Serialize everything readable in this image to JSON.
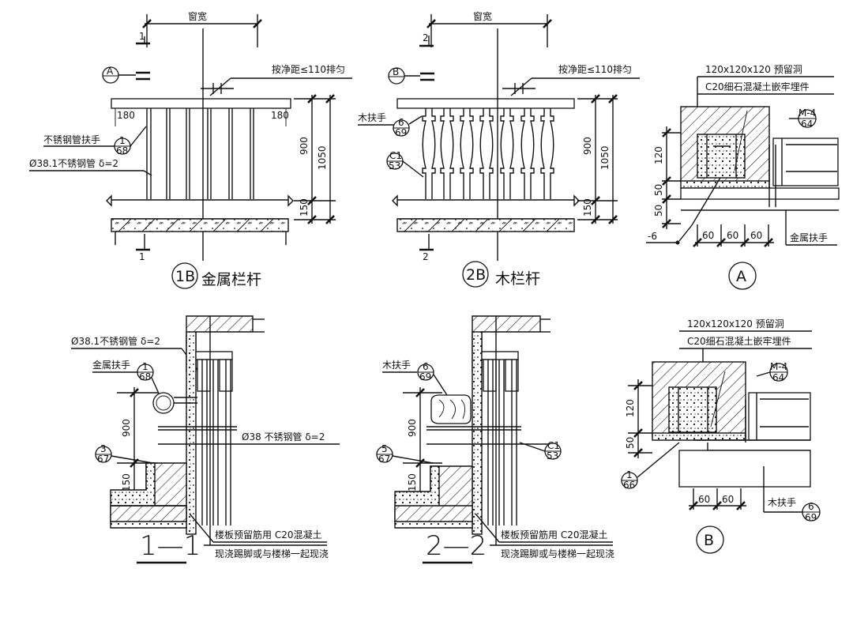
{
  "detail_1b": {
    "window_width": "窗宽",
    "section_mark": "1",
    "callout_a": "A",
    "spacing_note": "按净距≤110排匀",
    "offset_left": "180",
    "offset_right": "180",
    "handrail_label": "不锈钢管扶手",
    "handrail_ref": {
      "top": "1",
      "bottom": "68"
    },
    "pipe_label": "Ø38.1不锈钢管 δ=2",
    "dim_900": "900",
    "dim_1050": "1050",
    "dim_150": "150",
    "ref_no": "1B",
    "title": "金属栏杆"
  },
  "detail_2b": {
    "window_width": "窗宽",
    "section_mark": "2",
    "callout_b": "B",
    "spacing_note": "按净距≤110排匀",
    "wood_rail_label": "木扶手",
    "rail_ref": {
      "top": "6",
      "bottom": "69"
    },
    "baluster_ref": {
      "top": "C1",
      "bottom": "53"
    },
    "dim_900": "900",
    "dim_1050": "1050",
    "dim_150": "150",
    "ref_no": "2B",
    "title": "木栏杆"
  },
  "detail_a": {
    "void_note": "120x120x120 预留洞",
    "embed_note": "C20细石混凝土嵌牢埋件",
    "wall_ref": {
      "top": "M-4",
      "bottom": "64"
    },
    "dim_120": "120",
    "dim_50a": "50",
    "dim_50b": "50",
    "dim_60": [
      "60",
      "60",
      "60"
    ],
    "level": "-6",
    "handrail_label": "金属扶手",
    "label": "A"
  },
  "section_1_1": {
    "pipe_label": "Ø38.1不锈钢管 δ=2",
    "handrail_label": "金属扶手",
    "handrail_ref": {
      "top": "1",
      "bottom": "68"
    },
    "post_label": "Ø38 不锈钢管 δ=2",
    "base_ref": {
      "top": "3",
      "bottom": "67"
    },
    "dim_900": "900",
    "dim_150": "150",
    "note_line1": "楼板预留筋用 C20混凝土",
    "note_line2": "现浇踢脚或与楼梯一起现浇",
    "label": "1—1"
  },
  "section_2_2": {
    "wood_rail_label": "木扶手",
    "rail_ref": {
      "top": "6",
      "bottom": "69"
    },
    "baluster_ref": {
      "top": "C1",
      "bottom": "53"
    },
    "base_ref": {
      "top": "5",
      "bottom": "67"
    },
    "dim_900": "900",
    "dim_150": "150",
    "note_line1": "楼板预留筋用 C20混凝土",
    "note_line2": "现浇踢脚或与楼梯一起现浇",
    "label": "2—2"
  },
  "detail_b": {
    "void_note": "120x120x120 预留洞",
    "embed_note": "C20细石混凝土嵌牢埋件",
    "wall_ref": {
      "top": "M-4",
      "bottom": "64"
    },
    "dim_120": "120",
    "dim_50": "50",
    "dim_60": [
      "60",
      "60"
    ],
    "left_ref": {
      "top": "1",
      "bottom": "66"
    },
    "wood_rail_label": "木扶手",
    "rail_ref": {
      "top": "6",
      "bottom": "69"
    },
    "label": "B"
  }
}
